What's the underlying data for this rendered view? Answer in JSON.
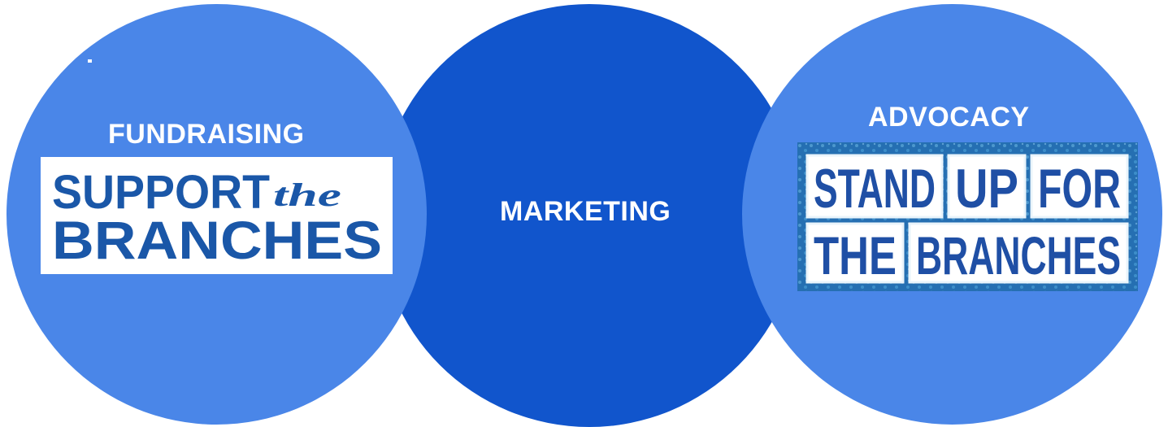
{
  "colors": {
    "side_circle": "#4a86e8",
    "center_circle": "#1155cc",
    "label_text": "#ffffff",
    "logo_support_text": "#1a57a8",
    "logo_standup_bg": "#1f6fb3",
    "logo_standup_text": "#1f4fa5"
  },
  "circles": {
    "left": {
      "label": "FUNDRAISING"
    },
    "center": {
      "label": "MARKETING"
    },
    "right": {
      "label": "ADVOCACY"
    }
  },
  "logos": {
    "support": {
      "word_support": "SUPPORT",
      "word_the": "the",
      "word_branches": "BRANCHES"
    },
    "standup": {
      "row1": [
        "STAND",
        "UP",
        "FOR"
      ],
      "row2": [
        "THE",
        "BRANCHES"
      ]
    }
  }
}
